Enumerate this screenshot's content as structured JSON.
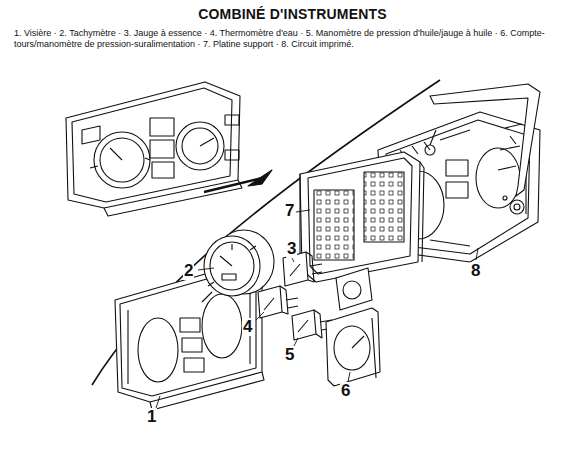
{
  "diagram": {
    "title": "COMBINÉ D'INSTRUMENTS",
    "caption": "1. Visière · 2. Tachymètre · 3. Jauge à essence · 4. Thermomètre d'eau · 5. Manomètre de pression d'huile/jauge à huile · 6. Compte-tours/manomètre de pression-suralimentation · 7. Platine support · 8. Circuit imprimé.",
    "labels": [
      "2",
      "3",
      "7",
      "8",
      "4",
      "5",
      "1",
      "6"
    ]
  }
}
